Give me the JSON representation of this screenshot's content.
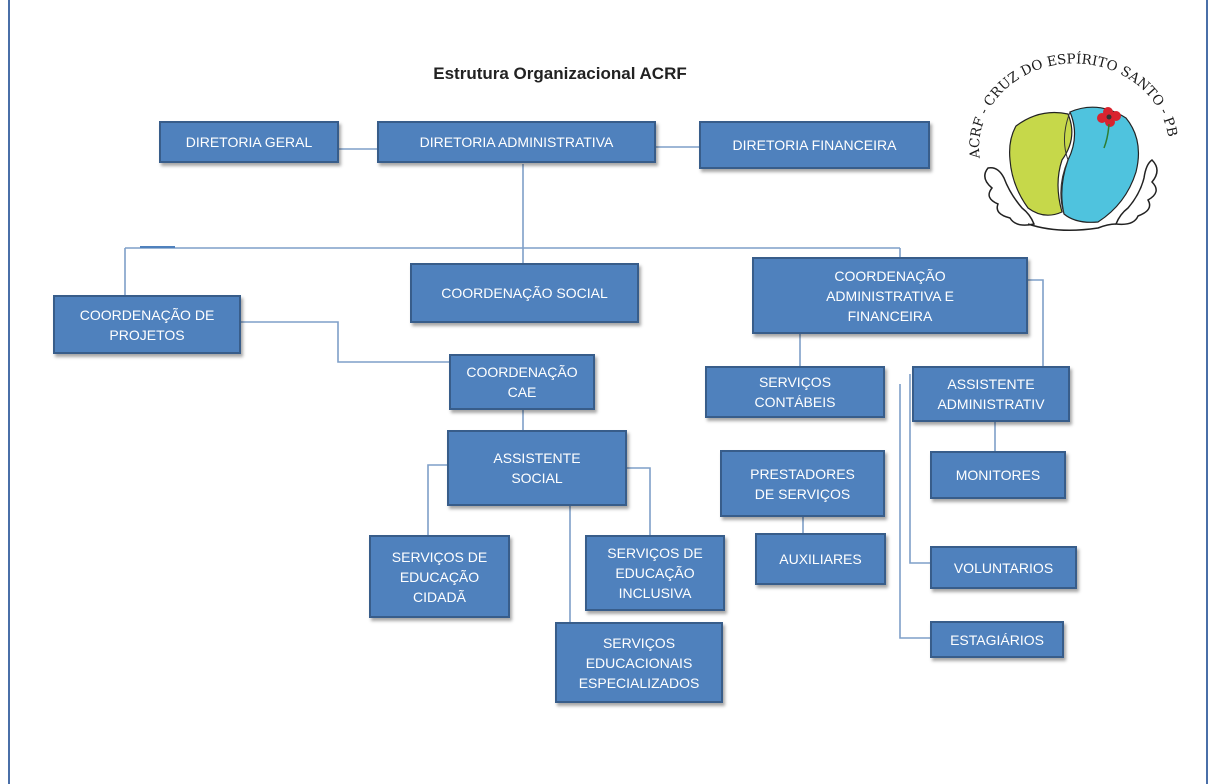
{
  "title": "Estrutura Organizacional ACRF",
  "logo": {
    "text": "ACRF - CRUZ DO ESPÍRITO SANTO - PB",
    "icons": [
      "hand-icon",
      "map-icon",
      "flower-icon"
    ]
  },
  "colors": {
    "box_fill": "#4f81bd",
    "box_border": "#385d8a",
    "connector": "#7f9fc8",
    "logo_green": "#c6d84a",
    "logo_blue": "#4fc3de",
    "logo_flower": "#d9232e"
  },
  "nodes": {
    "diretoria_geral": "DIRETORIA GERAL",
    "diretoria_administrativa": "DIRETORIA ADMINISTRATIVA",
    "diretoria_financeira": "DIRETORIA FINANCEIRA",
    "coordenacao_social": "COORDENAÇÃO SOCIAL",
    "coordenacao_adm_fin": "COORDENAÇÃO\nADMINISTRATIVA E\nFINANCEIRA",
    "coordenacao_projetos": "COORDENAÇÃO DE\nPROJETOS",
    "coordenacao_cae": "COORDENAÇÃO\nCAE",
    "servicos_contabeis": "SERVIÇOS\nCONTÁBEIS",
    "assistente_administrativo": "ASSISTENTE\nADMINISTRATIV",
    "assistente_social": "ASSISTENTE\nSOCIAL",
    "prestadores_servicos": "PRESTADORES\nDE SERVIÇOS",
    "monitores": "MONITORES",
    "servicos_educacao_cidada": "SERVIÇOS DE\nEDUCAÇÃO\nCIDADÃ",
    "servicos_educacao_inclusiva": "SERVIÇOS DE\nEDUCAÇÃO\nINCLUSIVA",
    "auxiliares": "AUXILIARES",
    "voluntarios": "VOLUNTARIOS",
    "servicos_educacionais_especializados": "SERVIÇOS\nEDUCACIONAIS\nESPECIALIZADOS",
    "estagiarios": "ESTAGIÁRIOS"
  }
}
